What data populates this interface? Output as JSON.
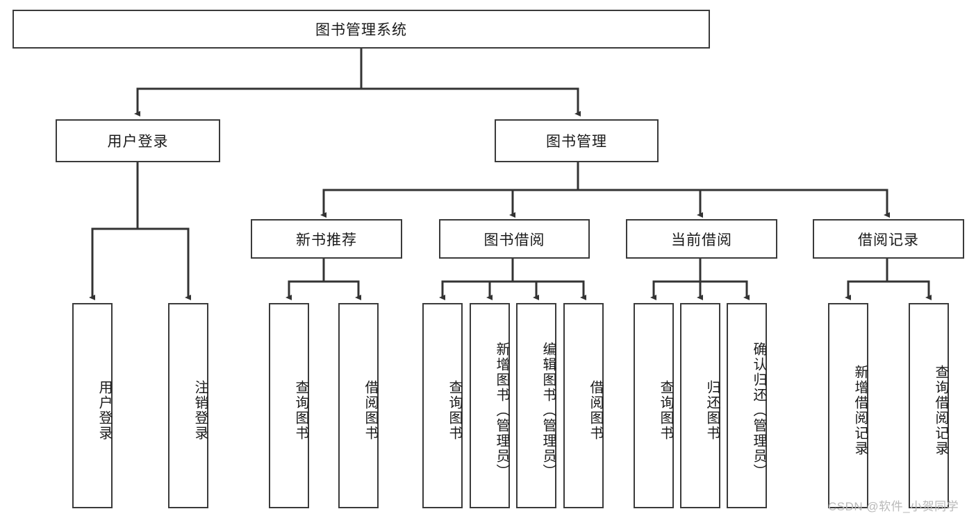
{
  "diagram": {
    "type": "tree-hierarchy",
    "title": "图书管理系统",
    "orientation": "top-down",
    "colors": {
      "background": "#ffffff",
      "node_border": "#3a3a3a",
      "node_fill": "#ffffff",
      "edge": "#333333",
      "text": "#1a1a1a",
      "watermark": "#b9b9b9"
    }
  },
  "watermark": {
    "text": "CSDN @软件_小贺同学"
  },
  "nodes": {
    "root": {
      "label": "图书管理系统"
    },
    "level2": [
      {
        "id": "user-login",
        "label": "用户登录"
      },
      {
        "id": "book-manage",
        "label": "图书管理"
      }
    ],
    "level3": [
      {
        "id": "new-book-recommend",
        "label": "新书推荐"
      },
      {
        "id": "book-borrow",
        "label": "图书借阅"
      },
      {
        "id": "current-borrow",
        "label": "当前借阅"
      },
      {
        "id": "borrow-record",
        "label": "借阅记录"
      }
    ],
    "leaves": {
      "user-login": [
        {
          "id": "leaf-user-login",
          "label": "用户登录"
        },
        {
          "id": "leaf-logout-login",
          "label": "注销登录"
        }
      ],
      "new-book-recommend": [
        {
          "id": "leaf-query-book-1",
          "label": "查询图书"
        },
        {
          "id": "leaf-borrow-book-1",
          "label": "借阅图书"
        }
      ],
      "book-borrow": [
        {
          "id": "leaf-query-book-2",
          "label": "查询图书"
        },
        {
          "id": "leaf-add-book",
          "label": "新增图书（管理员）"
        },
        {
          "id": "leaf-edit-book",
          "label": "编辑图书（管理员）"
        },
        {
          "id": "leaf-borrow-book-2",
          "label": "借阅图书"
        }
      ],
      "current-borrow": [
        {
          "id": "leaf-query-book-3",
          "label": "查询图书"
        },
        {
          "id": "leaf-return-book",
          "label": "归还图书"
        },
        {
          "id": "leaf-confirm-return",
          "label": "确认归还（管理员）"
        }
      ],
      "borrow-record": [
        {
          "id": "leaf-add-record",
          "label": "新增借阅记录"
        },
        {
          "id": "leaf-query-record",
          "label": "查询借阅记录"
        }
      ]
    }
  }
}
